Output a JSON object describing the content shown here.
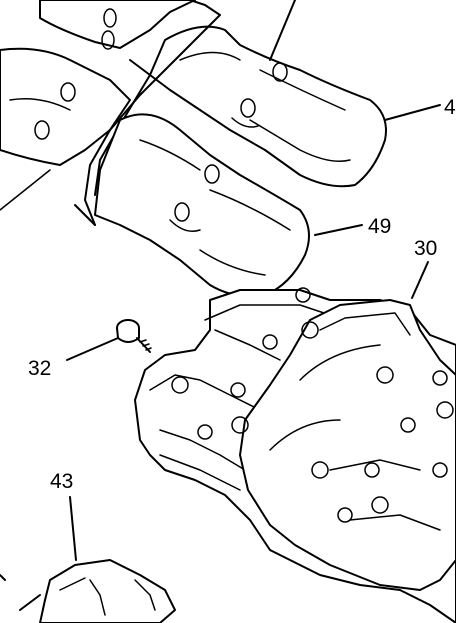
{
  "diagram": {
    "callouts": [
      {
        "id": "c4",
        "text": "4"
      },
      {
        "id": "c49",
        "text": "49"
      },
      {
        "id": "c30",
        "text": "30"
      },
      {
        "id": "c32",
        "text": "32"
      },
      {
        "id": "c43",
        "text": "43"
      }
    ]
  }
}
